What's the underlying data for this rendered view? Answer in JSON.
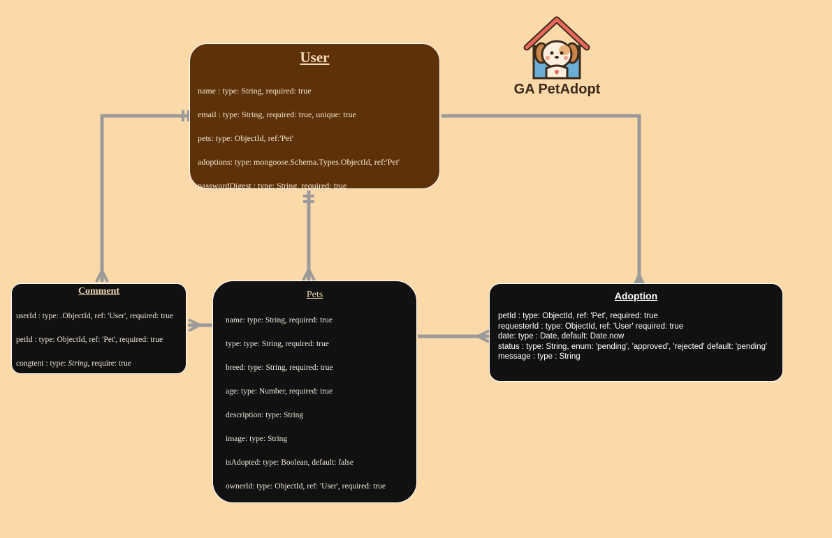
{
  "logo": {
    "text": "GA PetAdopt"
  },
  "entities": {
    "user": {
      "title": "User",
      "fields": [
        "name : type: String, required: true",
        "email : type: String, required: true, unique: true",
        "pets: type: ObjectId, ref:'Pet'",
        "adoptions: type: mongoose.Schema.Types.ObjectId, ref:'Pet'",
        "passwordDigest : type: String, required: true"
      ]
    },
    "comment": {
      "title": "Comment",
      "fields": [
        "userId : type: .ObjectId, ref: 'User', required: true",
        "petId : type: ObjectId, ref: 'Pet', required: true"
      ],
      "content_field": {
        "prefix": "congtent : type: ",
        "type": "String",
        "suffix": ", require: true"
      }
    },
    "pets": {
      "title": "Pets",
      "fields": [
        "name: type: String, required: true",
        "type: type: String, required: true",
        "breed: type: String, required: true",
        "age: type: Number, required: true",
        "description: type: String",
        "image: type: String",
        "isAdopted: type: Boolean, default: false",
        "ownerId: type: ObjectId, ref: 'User', required: true"
      ]
    },
    "adoption": {
      "title": "Adoption",
      "fields": [
        "petId : type: ObjectId, ref: 'Pet', required: true",
        "requesterId : type: ObjectId, ref: 'User' required: true",
        "date: type : Date, default: Date.now",
        "status : type: String, enum: 'pending', 'approved', 'rejected' default: 'pending'",
        "message : type : String"
      ]
    }
  },
  "relationships": [
    {
      "from": "user",
      "to": "comment",
      "from_end": "one-and-only-one",
      "to_end": "many"
    },
    {
      "from": "user",
      "to": "pets",
      "from_end": "one-and-only-one",
      "to_end": "many"
    },
    {
      "from": "user",
      "to": "adoption",
      "from_end": "none",
      "to_end": "many"
    },
    {
      "from": "comment",
      "to": "pets",
      "from_end": "many",
      "to_end": "one"
    },
    {
      "from": "pets",
      "to": "adoption",
      "from_end": "none",
      "to_end": "many"
    }
  ],
  "colors": {
    "background": "#fbd9a8",
    "user_box": "#5e3208",
    "dark_box": "#111111",
    "connector": "#9a9a9a"
  }
}
